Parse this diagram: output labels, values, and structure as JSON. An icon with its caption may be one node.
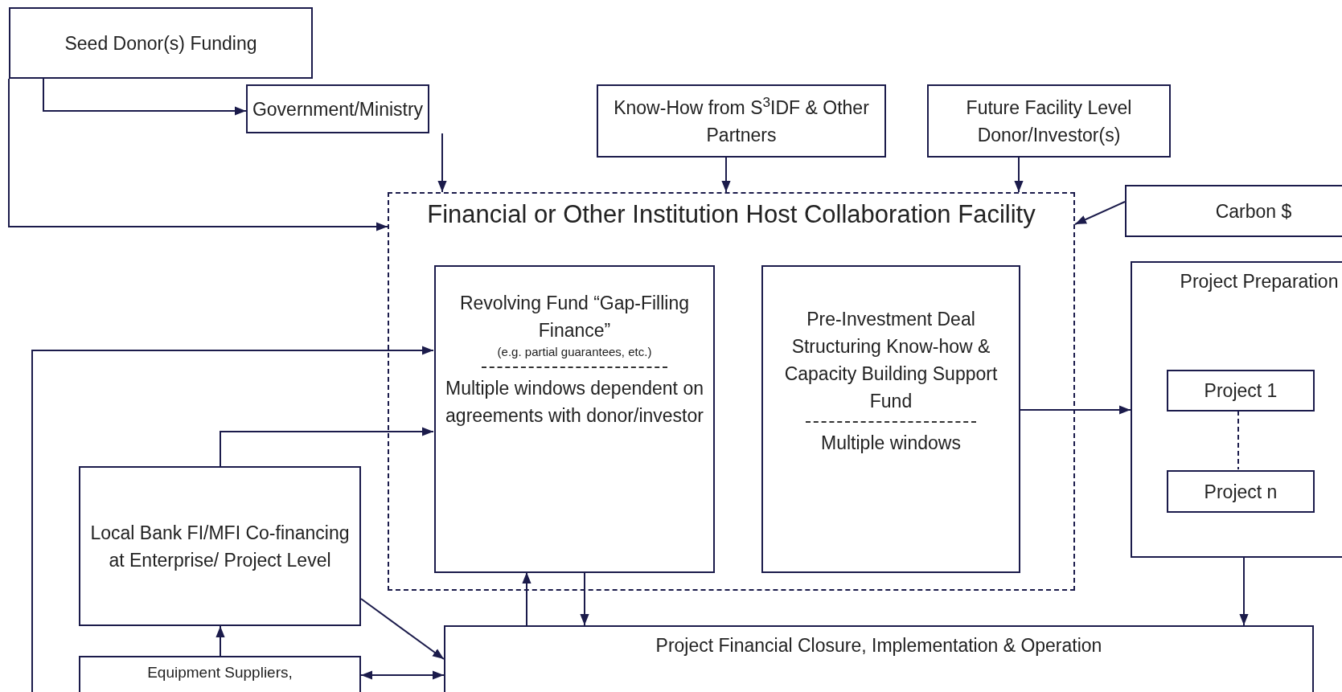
{
  "diagram": {
    "nodes": [
      {
        "text": [
          "Seed Donor(s) Funding"
        ]
      },
      {
        "text": [
          "Government/Ministry"
        ]
      },
      {
        "text": [
          "Know-How from S$^{3}$IDF & Other Partners"
        ]
      },
      {
        "text": [
          "Future Facility Level Donor/Investor(s)"
        ]
      },
      {
        "text": [
          "Financial or Other Institution Host Collaboration Facility"
        ]
      },
      {
        "text": [
          "Revolving Fund “Gap-Filling Finance”",
          "(e.g. partial guarantees, etc.)",
          "Multiple windows dependent on agreements with donor/investor"
        ],
        "in": 4
      },
      {
        "text": [
          "Pre-Investment Deal Structuring Know-how & Capacity Building Support Fund",
          "Multiple windows"
        ],
        "in": 4
      },
      {
        "text": [
          "Carbon $"
        ]
      },
      {
        "text": [
          "Project Preparation"
        ]
      },
      {
        "text": [
          "Project 1"
        ],
        "in": 8
      },
      {
        "text": [
          "Project n"
        ],
        "in": 8
      },
      {
        "text": [
          "Local Bank FI/MFI Co-financing at Enterprise/ Project Level"
        ]
      },
      {
        "text": [
          "Equipment Suppliers,"
        ]
      },
      {
        "text": [
          "Project Financial Closure, Implementation & Operation"
        ]
      }
    ],
    "edges": [
      {
        "from": 0,
        "to": 1,
        "arrow": "to"
      },
      {
        "from": 0,
        "to": 4,
        "arrow": "to"
      },
      {
        "from": 1,
        "to": 4,
        "arrow": "to"
      },
      {
        "from": 2,
        "to": 4,
        "arrow": "to"
      },
      {
        "from": 3,
        "to": 4,
        "arrow": "to"
      },
      {
        "from": 7,
        "to": 4,
        "arrow": "to"
      },
      {
        "from": null,
        "to": 5,
        "arrow": "to"
      },
      {
        "from": 11,
        "to": 5,
        "arrow": "to"
      },
      {
        "from": 12,
        "to": 11,
        "arrow": "to"
      },
      {
        "from": 11,
        "to": 13,
        "arrow": "to"
      },
      {
        "from": 12,
        "to": 13,
        "arrow": "both"
      },
      {
        "from": 13,
        "to": 5,
        "arrow": "to"
      },
      {
        "from": 5,
        "to": 13,
        "arrow": "to"
      },
      {
        "from": 6,
        "to": 8,
        "arrow": "to"
      },
      {
        "from": 8,
        "to": 13,
        "arrow": "to"
      },
      {
        "from": 9,
        "to": 10,
        "arrow": "none",
        "style": "dashed"
      }
    ]
  }
}
